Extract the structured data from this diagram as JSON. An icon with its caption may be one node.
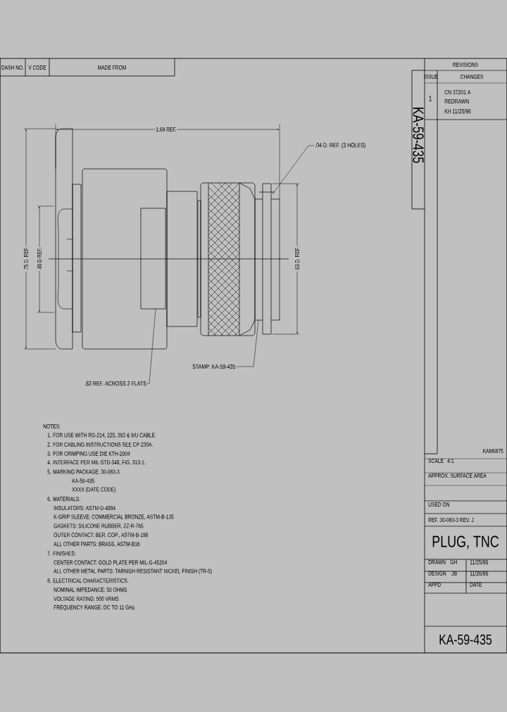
{
  "diagram": {
    "nodes": [
      {
        "text": [
          ".04 D. REF. (3 HOLES)"
        ]
      },
      {
        "text": [
          ".62 REF. ACROSS 2 FLATS"
        ]
      },
      {
        "text": [
          "STAMP: KA-59-435"
        ]
      }
    ],
    "edges": [
      {
        "from": 0,
        "to": null,
        "arrow": "none"
      },
      {
        "from": 1,
        "to": null,
        "arrow": "none"
      },
      {
        "from": 2,
        "to": null,
        "arrow": "none"
      }
    ],
    "labels": [
      "DASH NO.",
      "V CODE",
      "MADE FROM",
      "REVISIONS",
      "ISSUE",
      "CHANGES",
      "1",
      "CN 37201 A",
      "REDRAWN",
      "KH 11/25/96",
      "KA-59-435",
      "1.69 REF.",
      ".75 D. REF.",
      ".45 D REF.",
      ".63 D. REF.",
      "NOTES:",
      "1. FOR USE WITH RG-214, 225, 393 & 9/U CABLE.",
      "2. FOR CABLING INSTRUCTIONS SEE CP-230A.",
      "3. FOR CRIMPING USE DIE KTH-2004",
      "4. INTERFACE PER MIL-STD-348, FIG. 313-1.",
      "5. MARKING PACKAGE: 30-083-3",
      "KA-59-435",
      "XXXX (DATE CODE)",
      "6. MATERIALS:",
      "INSULATORS: ASTM-D-4894",
      "K-GRIP SLEEVE: COMMERCIAL BRONZE, ASTM-B-135",
      "GASKETS: SILICONE RUBBER, ZZ-R-765",
      "OUTER CONTACT: BER. COP., ASTM-B-196",
      "ALL OTHER PARTS: BRASS, ASTM-B16",
      "7. FINISHES:",
      "CENTER CONTACT: GOLD PLATE PER MIL-G-45204",
      "ALL OTHER METAL PARTS: TARNISH RESISTANT NICKEL FINISH (TR-5)",
      "8. ELECTRICAL CHARACTERISTICS:",
      "NOMINAL IMPEDANCE: 50 OHMS",
      "VOLTAGE RATING: 500 VRMS",
      "FREQUENCY RANGE: DC TO 11 GHz",
      "KAM6875",
      "SCALE",
      "4:1",
      "APPROX. SURFACE AREA",
      "USED ON",
      "REF. 30-083-3 REV. J",
      "PLUG, TNC",
      "DRAWN",
      "GH",
      "11/25/96",
      "DESIGN",
      "JB",
      "11/26/96",
      "APPD",
      "DATE",
      "KA-59-435"
    ]
  }
}
